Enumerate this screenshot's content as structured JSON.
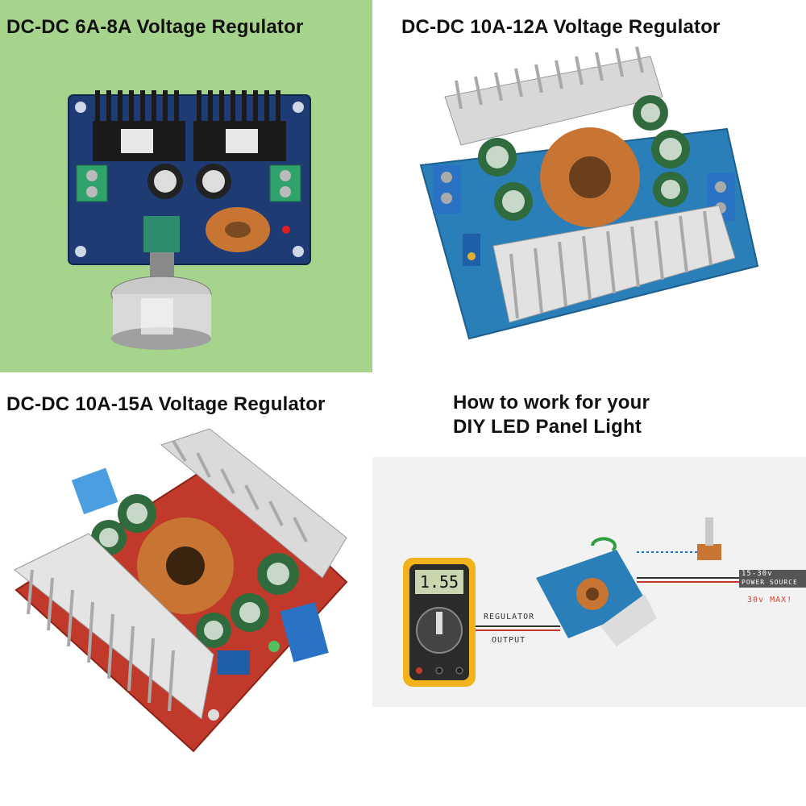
{
  "panels": {
    "top_left": {
      "title": "DC-DC 6A-8A Voltage Regulator",
      "background": "#a6d48c",
      "board_color": "#1f3b73"
    },
    "top_right": {
      "title": "DC-DC 10A-12A Voltage Regulator",
      "background": "#ffffff",
      "board_color": "#2a7fb8"
    },
    "bottom_left": {
      "title": "DC-DC 10A-15A Voltage Regulator",
      "background": "#ffffff",
      "board_color": "#c0392b"
    },
    "bottom_right": {
      "title_line1": "How to work for your",
      "title_line2": "DIY LED Panel Light",
      "background": "#f2f2f2",
      "diagram": {
        "multimeter_display": "1.55",
        "regulator_label": "REGULATOR",
        "output_label": "OUTPUT",
        "source_range": "15-30v",
        "source_label": "POWER SOURCE",
        "max_warning": "30v MAX!"
      }
    }
  },
  "colors": {
    "heatsink": "#d8d8d8",
    "copper": "#c87533",
    "capacitor": "#2f6b3c",
    "terminal": "#2a72c4",
    "warning_red": "#e04030",
    "multimeter_body": "#f2b21c"
  }
}
